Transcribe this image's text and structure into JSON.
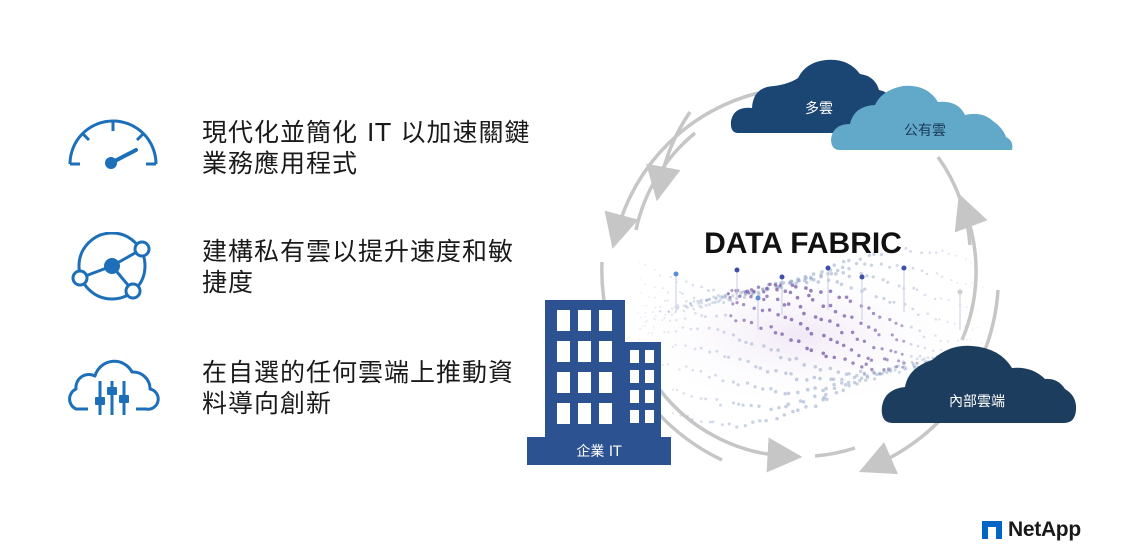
{
  "features": [
    {
      "icon": "speedometer-icon",
      "text": "現代化並簡化 IT 以加速關鍵業務應用程式"
    },
    {
      "icon": "network-nodes-icon",
      "text": "建構私有雲以提升速度和敏捷度"
    },
    {
      "icon": "cloud-sliders-icon",
      "text": "在自選的任何雲端上推動資料導向創新"
    }
  ],
  "diagram": {
    "center_label": "DATA FABRIC",
    "clouds": {
      "multi_cloud": "多雲",
      "public_cloud": "公有雲",
      "on_prem": "內部雲端"
    },
    "enterprise": "企業 IT"
  },
  "logo": {
    "text": "NetApp"
  },
  "colors": {
    "icon_blue": "#1c6fb8",
    "navy": "#1b4674",
    "light_blue": "#62a8c9",
    "building_blue": "#2d5292",
    "dark_navy": "#1d3d5e",
    "arrow_gray": "#c6c6c6"
  }
}
